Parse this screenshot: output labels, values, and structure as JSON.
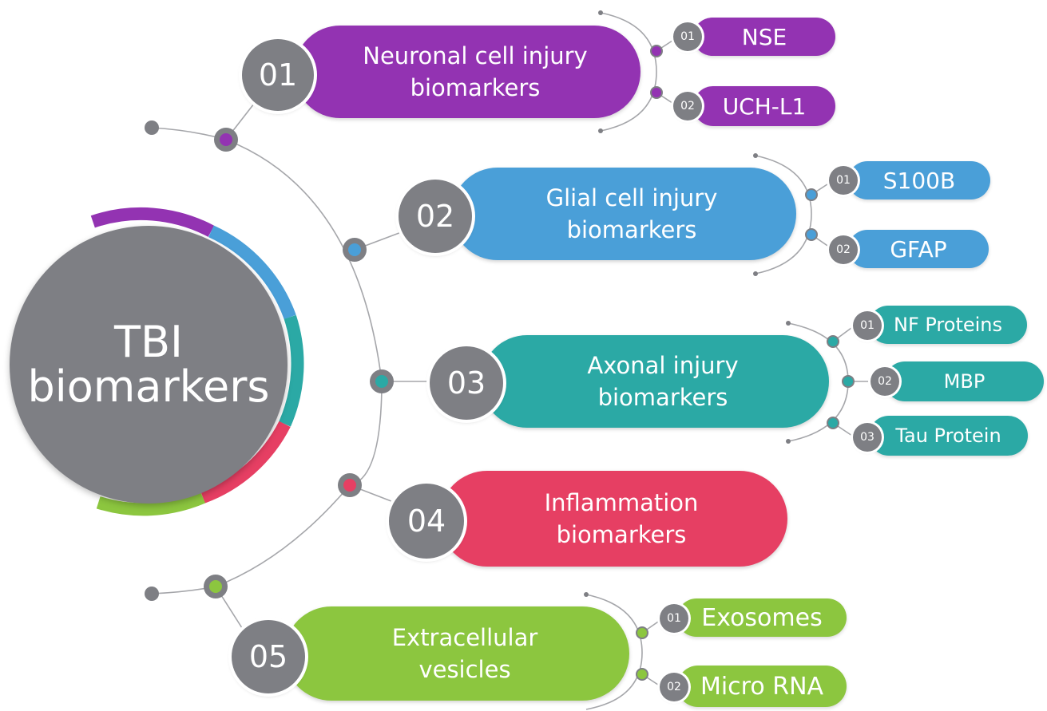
{
  "center": {
    "line1": "TBI",
    "line2": "biomarkers"
  },
  "colors": {
    "purple": "#9333b2",
    "blue": "#4a9fd8",
    "teal": "#2ba9a5",
    "red": "#e63f63",
    "green": "#8cc63f",
    "gray": "#7e7f84"
  },
  "branches": [
    {
      "number": "01",
      "label": "Neuronal cell injury\nbiomarkers",
      "color": "#9333b2",
      "items": [
        {
          "number": "01",
          "label": "NSE"
        },
        {
          "number": "02",
          "label": "UCH-L1"
        }
      ]
    },
    {
      "number": "02",
      "label": "Glial cell injury\nbiomarkers",
      "color": "#4a9fd8",
      "items": [
        {
          "number": "01",
          "label": "S100B"
        },
        {
          "number": "02",
          "label": "GFAP"
        }
      ]
    },
    {
      "number": "03",
      "label": "Axonal injury\nbiomarkers",
      "color": "#2ba9a5",
      "items": [
        {
          "number": "01",
          "label": "NF Proteins"
        },
        {
          "number": "02",
          "label": "MBP"
        },
        {
          "number": "03",
          "label": "Tau Protein"
        }
      ]
    },
    {
      "number": "04",
      "label": "Inflammation\nbiomarkers",
      "color": "#e63f63",
      "items": []
    },
    {
      "number": "05",
      "label": "Extracellular\nvesicles",
      "color": "#8cc63f",
      "items": [
        {
          "number": "01",
          "label": "Exosomes"
        },
        {
          "number": "02",
          "label": "Micro RNA"
        }
      ]
    }
  ]
}
